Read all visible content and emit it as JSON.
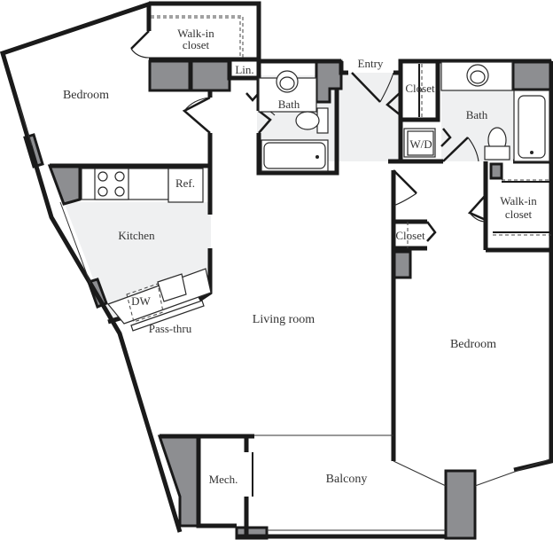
{
  "floorplan": {
    "rooms": {
      "bedroom_left": "Bedroom",
      "walkin_left_line1": "Walk-in",
      "walkin_left_line2": "closet",
      "linen": "Lin.",
      "bath_left": "Bath",
      "entry": "Entry",
      "closet_entry": "Closet",
      "bath_right": "Bath",
      "washer_dryer": "W/D",
      "kitchen": "Kitchen",
      "refrigerator": "Ref.",
      "dishwasher": "DW",
      "pass_thru": "Pass-thru",
      "living_room": "Living room",
      "walkin_right_line1": "Walk-in",
      "walkin_right_line2": "closet",
      "closet_hall": "Closet",
      "bedroom_right": "Bedroom",
      "mechanical": "Mech.",
      "balcony": "Balcony"
    },
    "colors": {
      "wall": "#1a1a1a",
      "column_fill": "#8d8e91",
      "wet_area_shade": "#eff0f1",
      "label_text": "#333333"
    }
  }
}
